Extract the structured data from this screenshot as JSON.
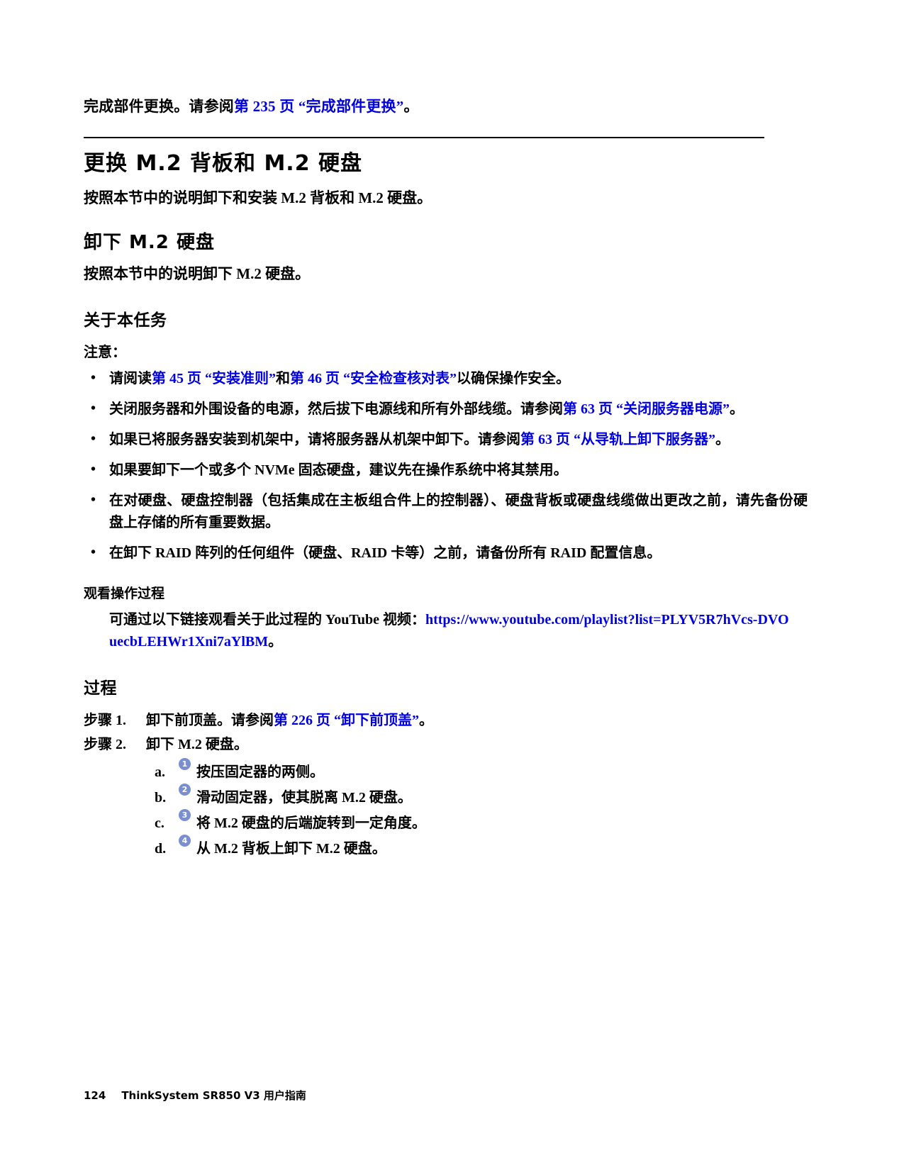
{
  "intro": {
    "prefix": "完成部件更换。请参阅",
    "link": "第 235 页 “完成部件更换”",
    "suffix": "。"
  },
  "section": {
    "title": "更换 M.2 背板和 M.2 硬盘",
    "description": "按照本节中的说明卸下和安装 M.2 背板和 M.2 硬盘。"
  },
  "subsection": {
    "title": "卸下 M.2 硬盘",
    "description": "按照本节中的说明卸下 M.2 硬盘。"
  },
  "about_task": {
    "heading": "关于本任务",
    "attention_label": "注意：",
    "notes": [
      {
        "parts": [
          {
            "text": "请阅读",
            "style": "normal"
          },
          {
            "text": "第 45 页 “安装准则”",
            "style": "link"
          },
          {
            "text": "和",
            "style": "normal"
          },
          {
            "text": "第 46 页 “安全检查核对表”",
            "style": "link"
          },
          {
            "text": "以确保操作安全。",
            "style": "normal"
          }
        ]
      },
      {
        "parts": [
          {
            "text": "关闭服务器和外围设备的电源，然后拔下电源线和所有外部线缆。请参阅",
            "style": "normal"
          },
          {
            "text": "第 63 页 “关闭服务器电源”",
            "style": "link"
          },
          {
            "text": "。",
            "style": "normal"
          }
        ]
      },
      {
        "parts": [
          {
            "text": "如果已将服务器安装到机架中，请将服务器从机架中卸下。请参阅",
            "style": "normal"
          },
          {
            "text": "第 63 页 “从导轨上卸下服务器”",
            "style": "link"
          },
          {
            "text": "。",
            "style": "normal"
          }
        ]
      },
      {
        "parts": [
          {
            "text": "如果要卸下一个或多个 NVMe 固态硬盘，建议先在操作系统中将其禁用。",
            "style": "normal"
          }
        ]
      },
      {
        "parts": [
          {
            "text": "在对硬盘、硬盘控制器（包括集成在主板组合件上的控制器）、硬盘背板或硬盘线缆做出更改之前，请先备份硬盘上存储的所有重要数据。",
            "style": "normal"
          }
        ]
      },
      {
        "parts": [
          {
            "text": "在卸下 RAID 阵列的任何组件（硬盘、RAID 卡等）之前，请备份所有 RAID 配置信息。",
            "style": "normal"
          }
        ]
      }
    ]
  },
  "video": {
    "heading": "观看操作过程",
    "text_prefix": "可通过以下链接观看关于此过程的 YouTube 视频：",
    "url": "https://www.youtube.com/playlist?list=PLYV5R7hVcs-DVOuecbLEHWr1Xni7aYlBM",
    "suffix": "。"
  },
  "procedure": {
    "heading": "过程",
    "steps": [
      {
        "label": "步骤 1.",
        "parts": [
          {
            "text": "卸下前顶盖。请参阅",
            "style": "normal"
          },
          {
            "text": "第 226 页 “卸下前顶盖”",
            "style": "link"
          },
          {
            "text": "。",
            "style": "normal"
          }
        ]
      },
      {
        "label": "步骤 2.",
        "parts": [
          {
            "text": "卸下 M.2 硬盘。",
            "style": "normal"
          }
        ],
        "substeps": [
          {
            "label": "a.",
            "callout": "1",
            "text": "按压固定器的两侧。"
          },
          {
            "label": "b.",
            "callout": "2",
            "text": "滑动固定器，使其脱离 M.2 硬盘。"
          },
          {
            "label": "c.",
            "callout": "3",
            "text": "将 M.2 硬盘的后端旋转到一定角度。"
          },
          {
            "label": "d.",
            "callout": "4",
            "text": "从 M.2 背板上卸下 M.2 硬盘。"
          }
        ]
      }
    ]
  },
  "footer": {
    "page_number": "124",
    "document_title": "ThinkSystem SR850 V3 用户指南"
  },
  "colors": {
    "link": "#0000E0",
    "callout_bg": "#7A8FD0",
    "text": "#000000"
  }
}
